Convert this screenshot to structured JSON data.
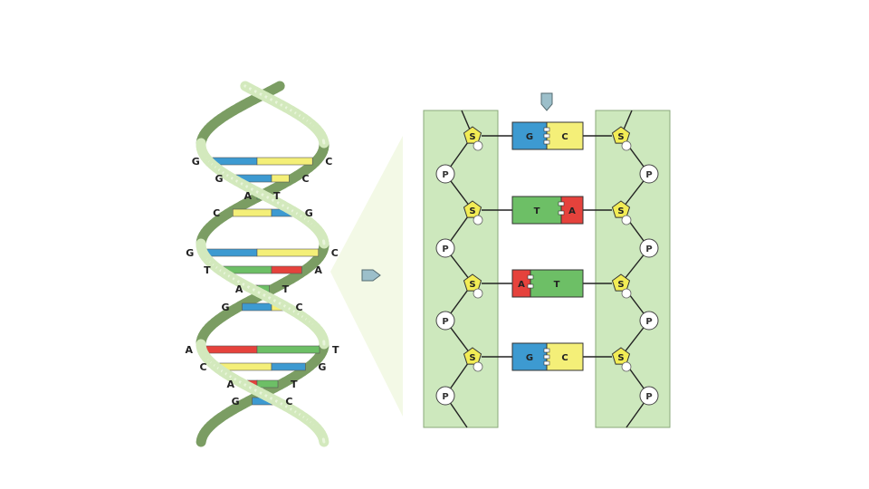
{
  "colors": {
    "G": "#3d9ad1",
    "C": "#f4ef78",
    "A": "#e5423c",
    "T": "#6dbf66",
    "backbone_band": "#cde8bd",
    "helix_dark": "#7b9d63",
    "helix_light": "#d3e9bd",
    "sugar": "#f2ec55",
    "phosphate": "#ffffff"
  },
  "helix": {
    "pairs": [
      {
        "left": "G",
        "right": "C"
      },
      {
        "left": "G",
        "right": "C"
      },
      {
        "left": "A",
        "right": "T"
      },
      {
        "left": "C",
        "right": "G"
      },
      {
        "left": "G",
        "right": "C"
      },
      {
        "left": "T",
        "right": "A"
      },
      {
        "left": "A",
        "right": "T"
      },
      {
        "left": "G",
        "right": "C"
      },
      {
        "left": "A",
        "right": "T"
      },
      {
        "left": "C",
        "right": "G"
      },
      {
        "left": "A",
        "right": "T"
      },
      {
        "left": "G",
        "right": "C"
      }
    ]
  },
  "detail": {
    "sugar_label": "S",
    "phosphate_label": "P",
    "pairs": [
      {
        "left": "G",
        "right": "C"
      },
      {
        "left": "T",
        "right": "A"
      },
      {
        "left": "A",
        "right": "T"
      },
      {
        "left": "G",
        "right": "C"
      }
    ]
  },
  "icons": {
    "zoom_arrow": "arrow-right-icon",
    "top_marker": "arrow-down-icon"
  }
}
